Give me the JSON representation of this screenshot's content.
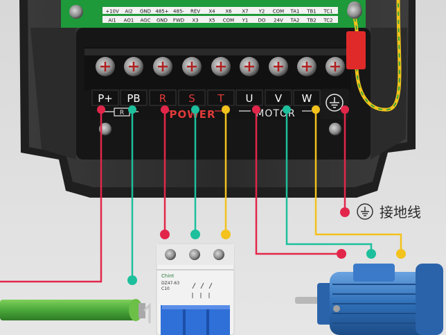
{
  "control_terminals": {
    "top_row": [
      "+10V",
      "AI2",
      "GND",
      "485+",
      "485-",
      "REV",
      "X4",
      "X6",
      "X7",
      "Y2",
      "COM",
      "TA1",
      "TB1",
      "TC1"
    ],
    "bottom_row": [
      "AI1",
      "AO1",
      "AGC",
      "GND",
      "FWD",
      "X3",
      "X5",
      "COM",
      "Y1",
      "DO",
      "24V",
      "TA2",
      "TB2",
      "TC2"
    ]
  },
  "power_terminals": [
    {
      "label": "P+",
      "color": "#ffffff"
    },
    {
      "label": "PB",
      "color": "#ffffff"
    },
    {
      "label": "R",
      "color": "#e03a3a"
    },
    {
      "label": "S",
      "color": "#e03a3a"
    },
    {
      "label": "T",
      "color": "#e03a3a"
    },
    {
      "label": "U",
      "color": "#ffffff"
    },
    {
      "label": "V",
      "color": "#ffffff"
    },
    {
      "label": "W",
      "color": "#ffffff"
    }
  ],
  "groups": {
    "power": "POWER",
    "motor": "MOTOR",
    "brake_resistor_symbol": "R"
  },
  "ground_label": "接地线",
  "breaker": {
    "brand": "Chint",
    "model": "DZ47-63",
    "rating": "C10"
  },
  "wire_colors": {
    "red": "#e2264a",
    "green": "#1dbf9c",
    "yellow": "#f3c21c"
  }
}
